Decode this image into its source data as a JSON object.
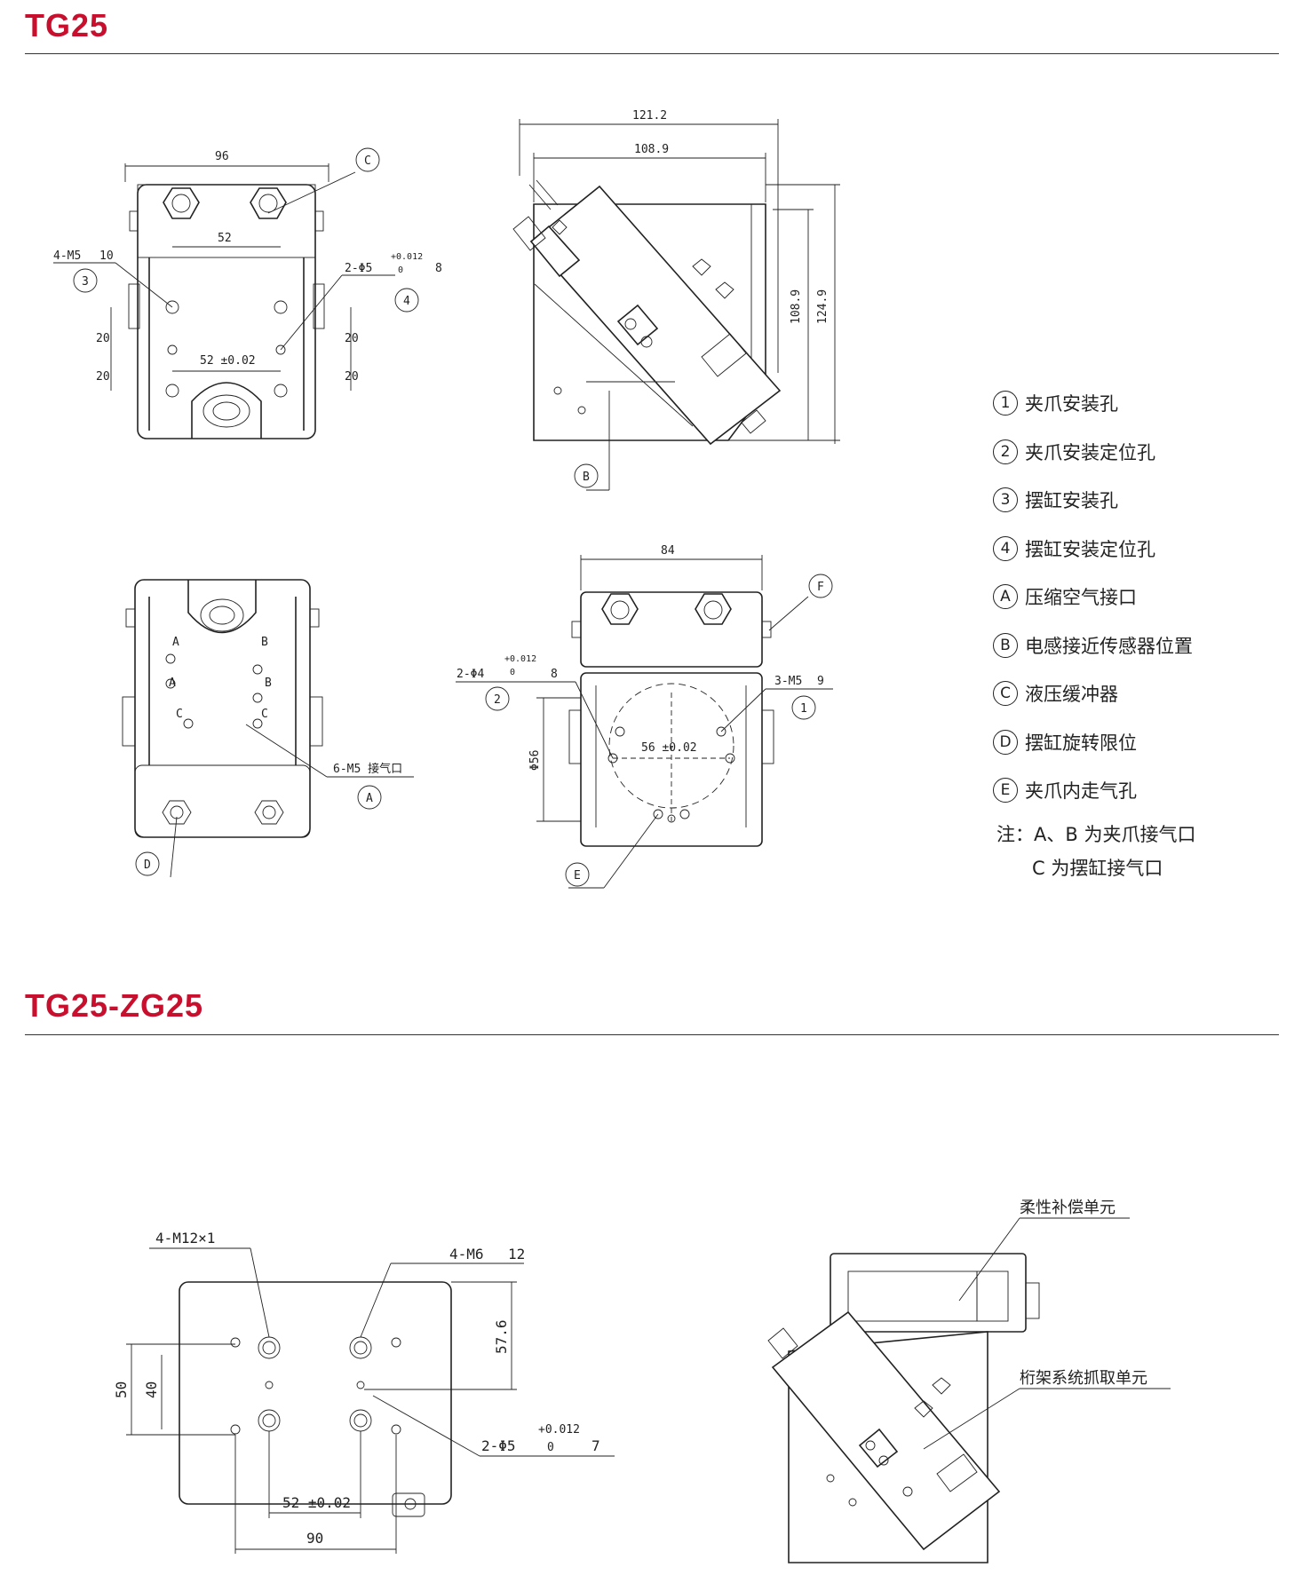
{
  "sections": [
    {
      "title": "TG25"
    },
    {
      "title": "TG25-ZG25"
    }
  ],
  "legend": [
    {
      "key": "1",
      "label": "夹爪安装孔"
    },
    {
      "key": "2",
      "label": "夹爪安装定位孔"
    },
    {
      "key": "3",
      "label": "摆缸安装孔"
    },
    {
      "key": "4",
      "label": "摆缸安装定位孔"
    },
    {
      "key": "A",
      "label": "压缩空气接口"
    },
    {
      "key": "B",
      "label": "电感接近传感器位置"
    },
    {
      "key": "C",
      "label": "液压缓冲器"
    },
    {
      "key": "D",
      "label": "摆缸旋转限位"
    },
    {
      "key": "E",
      "label": "夹爪内走气孔"
    }
  ],
  "note": {
    "line1": "注：A、B 为夹爪接气口",
    "line2": "C 为摆缸接气口"
  },
  "view_top_left": {
    "width": "96",
    "pitch_top": "52",
    "pitch_bottom": "52 ±0.02",
    "hole_callout": "4-M5",
    "hole_depth": "10",
    "pin_callout": "2-Φ5",
    "pin_tol_upper": "+0.012",
    "pin_tol_lower": "0",
    "pin_depth": "8",
    "dim_20": "20",
    "tag_c": "C",
    "tag_3": "3",
    "tag_4": "4"
  },
  "view_side": {
    "len_outer": "121.2",
    "len_inner": "108.9",
    "height_inner": "108.9",
    "height_outer": "124.9",
    "tag_b": "B"
  },
  "view_bottom_left": {
    "port_callout": "6-M5 接气口",
    "tag_a": "A",
    "tag_d": "D",
    "port_a": "A",
    "port_b": "B",
    "port_c": "C"
  },
  "view_front": {
    "width": "84",
    "pin_callout": "2-Φ4",
    "pin_tol_upper": "+0.012",
    "pin_tol_lower": "0",
    "pin_depth": "8",
    "hole_callout": "3-M5",
    "hole_depth": "9",
    "pcd": "56 ±0.02",
    "diameter": "Φ56",
    "tag_f": "F",
    "tag_2": "2",
    "tag_1": "1",
    "tag_e": "E"
  },
  "view_zg": {
    "thread_callout": "4-M12×1",
    "hole_callout": "4-M6",
    "hole_depth": "12",
    "pin_callout": "2-Φ5",
    "pin_tol_upper": "+0.012",
    "pin_tol_lower": "0",
    "pin_depth": "7",
    "dim_576": "57.6",
    "dim_50": "50",
    "dim_40": "40",
    "dim_52": "52 ±0.02",
    "dim_90": "90"
  },
  "view_assembly": {
    "label_top": "柔性补偿单元",
    "label_mid": "桁架系统抓取单元"
  }
}
